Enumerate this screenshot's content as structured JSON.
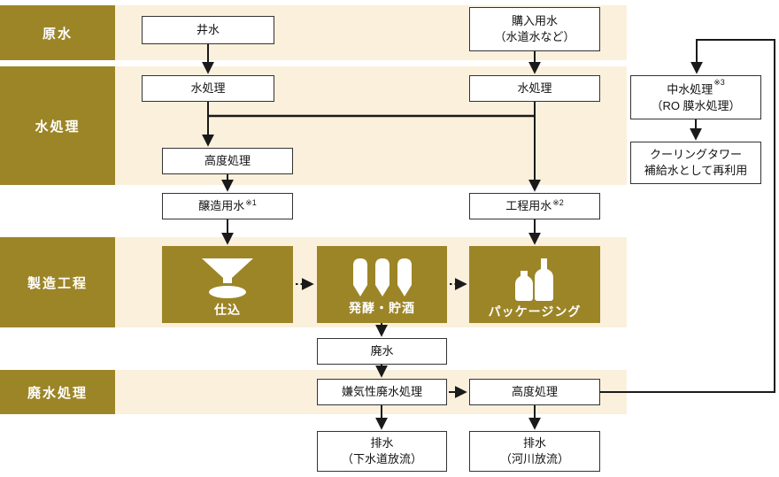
{
  "colors": {
    "gold": "#9C8527",
    "cream": "#FAF0DC",
    "line": "#1A1A1A",
    "box_border": "#333333"
  },
  "row_labels": {
    "raw_water": "原水",
    "water_treatment": "水処理",
    "manufacturing": "製造工程",
    "wastewater_treatment": "廃水処理"
  },
  "nodes": {
    "well_water": "井水",
    "purchased_water": "購入用水\n（水道水など）",
    "water_treatment_left": "水処理",
    "water_treatment_right": "水処理",
    "advanced_treatment": "高度処理",
    "brewing_water": {
      "label": "醸造用水",
      "note": "※1"
    },
    "process_water": {
      "label": "工程用水",
      "note": "※2"
    },
    "mashing": "仕込",
    "fermentation_storage": "発酵・貯酒",
    "packaging": "パッケージング",
    "wastewater": "廃水",
    "anaerobic_treatment": "嫌気性廃水処理",
    "advanced_wastewater_treatment": "高度処理",
    "drainage_sewer": "排水\n（下水道放流）",
    "drainage_river": "排水\n（河川放流）",
    "recycled_water": {
      "label": "中水処理",
      "note": "※3",
      "line2": "（RO 膜水処理）"
    },
    "cooling_tower": "クーリングタワー\n補給水として再利用"
  }
}
